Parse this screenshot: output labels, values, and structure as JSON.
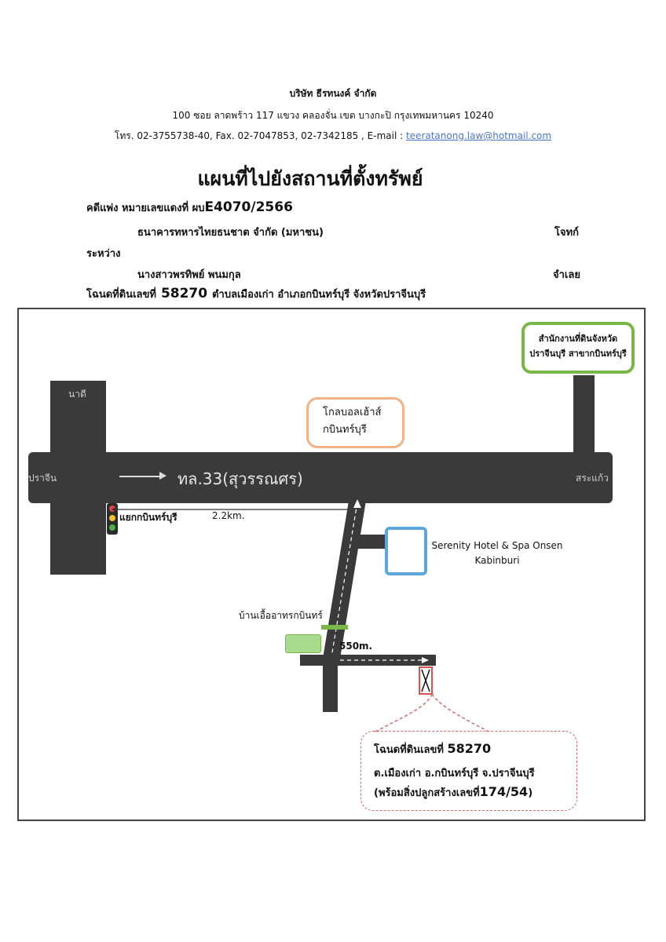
{
  "header": {
    "company": "บริษัท ธีรทนงค์ จำกัด",
    "address": "100 ซอย ลาดพร้าว 117 แขวง คลองจั่น เขต บางกะปิ กรุงเทพมหานคร 10240",
    "contact_prefix": "โทร. 02-3755738-40, Fax. 02-7047853, 02-7342185 , E-mail : ",
    "email": "teeratanong.law@hotmail.com"
  },
  "title": "แผนที่ไปยังสถานที่ตั้งทรัพย์",
  "case": {
    "label": "คดีแพ่ง หมายเลขแดงที่ ผบ",
    "number": "E4070/2566",
    "plaintiff": "ธนาคารทหารไทยธนชาต จำกัด (มหาชน)",
    "plaintiff_role": "โจทก์",
    "between": "ระหว่าง",
    "defendant": "นางสาวพรทิพย์ พนมกุล",
    "defendant_role": "จำเลย",
    "deed_prefix": "โฉนดที่ดินเลขที่",
    "deed_no": "58270",
    "deed_suffix": "ตำบลเมืองเก่า อำเภอกบินทร์บุรี จังหวัดปราจีนบุรี"
  },
  "map": {
    "land_office": [
      "สำนักงานที่ดินจังหวัด",
      "ปราจีนบุรี สาขากบินทร์บุรี"
    ],
    "global_house": [
      "โกลบอลเฮ้าส์",
      "กบินทร์บุรี"
    ],
    "highway": "ทล.33(สุวรรณศร)",
    "nadi": "นาดี",
    "prachin": "ปราจีน",
    "sakaeo": "สระแก้ว",
    "junction": "แยกกบินทร์บุรี",
    "distance_1": "2.2km.",
    "hotel": [
      "Serenity Hotel & Spa Onsen",
      "Kabinburi"
    ],
    "village": "บ้านเอื้ออาทรกบินทร์",
    "distance_2": "550m.",
    "deed_box": {
      "line1_prefix": "โฉนดที่ดินเลขที่",
      "line1_no": "58270",
      "line2": "ต.เมืองเก่า อ.กบินทร์บุรี จ.ปราจีนบุรี",
      "line3_prefix": "(พร้อมสิ่งปลูกสร้างเลขที่",
      "line3_no": "174/54",
      "line3_suffix": ")"
    },
    "colors": {
      "road": "#3a3a3a",
      "land_office_border": "#7ab648",
      "global_house_border": "#f4b183",
      "hotel_border": "#5aa6dd",
      "village_marker": "#a9d98c",
      "target_border": "#d9534f",
      "traffic_light_red": "#e04545",
      "traffic_light_yellow": "#f2c230",
      "traffic_light_green": "#4caf50"
    }
  }
}
